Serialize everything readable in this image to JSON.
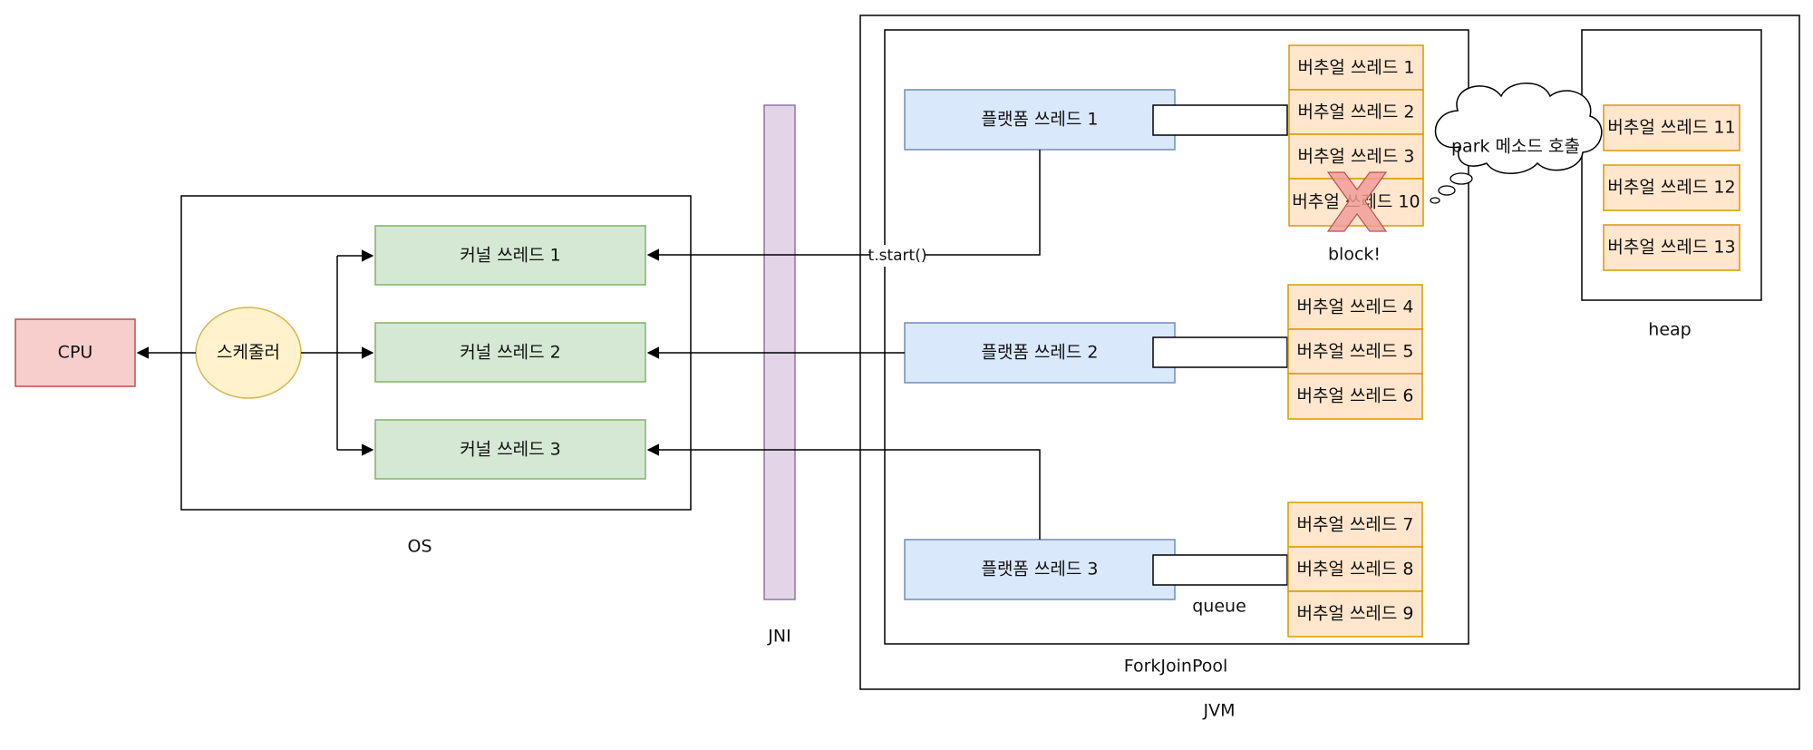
{
  "labels": {
    "cpu": "CPU",
    "scheduler": "스케줄러",
    "kernel_1": "커널 쓰레드 1",
    "kernel_2": "커널 쓰레드 2",
    "kernel_3": "커널 쓰레드 3",
    "os": "OS",
    "jni": "JNI",
    "platform_1": "플랫폼 쓰레드 1",
    "platform_2": "플랫폼 쓰레드 2",
    "platform_3": "플랫폼 쓰레드 3",
    "virtual_1": "버추얼 쓰레드 1",
    "virtual_2": "버추얼 쓰레드 2",
    "virtual_3": "버추얼 쓰레드 3",
    "virtual_10": "버추얼 쓰레드 10",
    "virtual_4": "버추얼 쓰레드 4",
    "virtual_5": "버추얼 쓰레드 5",
    "virtual_6": "버추얼 쓰레드 6",
    "virtual_7": "버추얼 쓰레드 7",
    "virtual_8": "버추얼 쓰레드 8",
    "virtual_9": "버추얼 쓰레드 9",
    "virtual_11": "버추얼 쓰레드 11",
    "virtual_12": "버추얼 쓰레드 12",
    "virtual_13": "버추얼 쓰레드 13",
    "block": "block!",
    "tstart": "t.start()",
    "park": "park 메소드 호출",
    "queue": "queue",
    "heap": "heap",
    "forkjoinpool": "ForkJoinPool",
    "jvm": "JVM"
  },
  "colors": {
    "cpu_fill": "#f8cecc",
    "cpu_stroke": "#b85450",
    "scheduler_fill": "#fff2cc",
    "scheduler_stroke": "#d6b656",
    "kernel_fill": "#d5e8d4",
    "kernel_stroke": "#82b366",
    "platform_fill": "#dae8fc",
    "platform_stroke": "#6c8ebf",
    "virtual_fill": "#ffe6cc",
    "virtual_stroke": "#d79b00",
    "jni_fill": "#e1d5e7",
    "jni_stroke": "#9673a6",
    "block_x": "#f19c99"
  }
}
